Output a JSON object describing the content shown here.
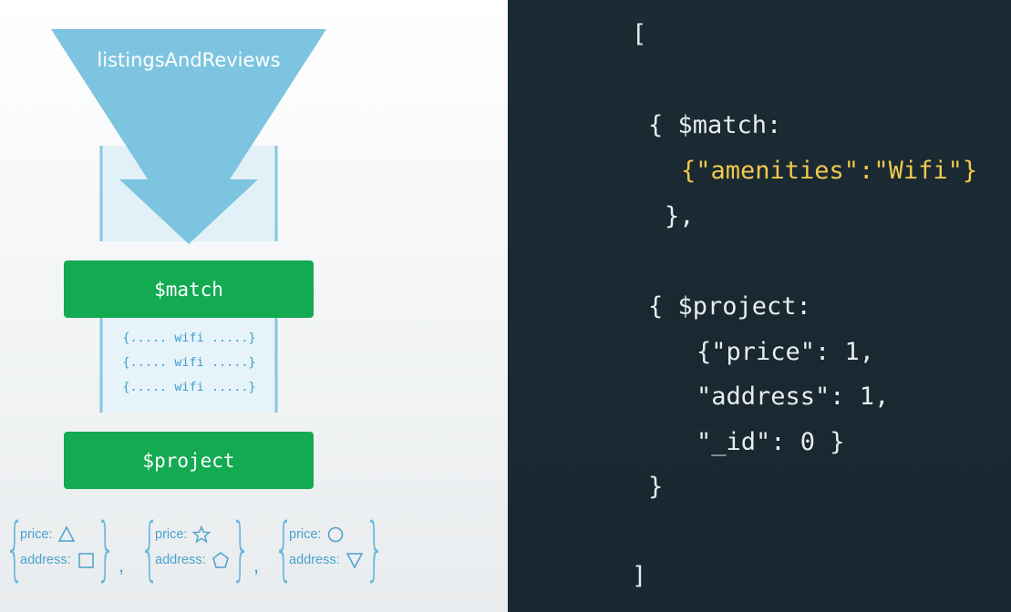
{
  "diagram": {
    "collection_label": "listingsAndReviews",
    "stages": [
      {
        "label": "$match"
      },
      {
        "label": "$project"
      }
    ],
    "matched_docs": [
      "{..... wifi .....}",
      "{..... wifi .....}",
      "{..... wifi .....}"
    ],
    "output_docs": [
      {
        "price_label": "price:",
        "price_symbol": "triangle-up-icon",
        "address_label": "address:",
        "address_symbol": "square-icon"
      },
      {
        "price_label": "price:",
        "price_symbol": "star-icon",
        "address_label": "address:",
        "address_symbol": "pentagon-icon"
      },
      {
        "price_label": "price:",
        "price_symbol": "circle-icon",
        "address_label": "address:",
        "address_symbol": "triangle-down-icon"
      }
    ],
    "separator": ","
  },
  "code": {
    "open_bracket": "[",
    "match_open": "{ $match:",
    "match_filter": "{\"amenities\":\"Wifi\"}",
    "match_close": "},",
    "project_open": "{ $project:",
    "project_line1": "{\"price\": 1,",
    "project_line2": "\"address\": 1,",
    "project_line3": "\"_id\": 0 }",
    "project_close": "}",
    "close_bracket": "]"
  },
  "colors": {
    "stage_green": "#13aa52",
    "funnel_blue": "#7dc4e0",
    "code_background": "#1b2a33",
    "code_highlight": "#f0c94c"
  }
}
